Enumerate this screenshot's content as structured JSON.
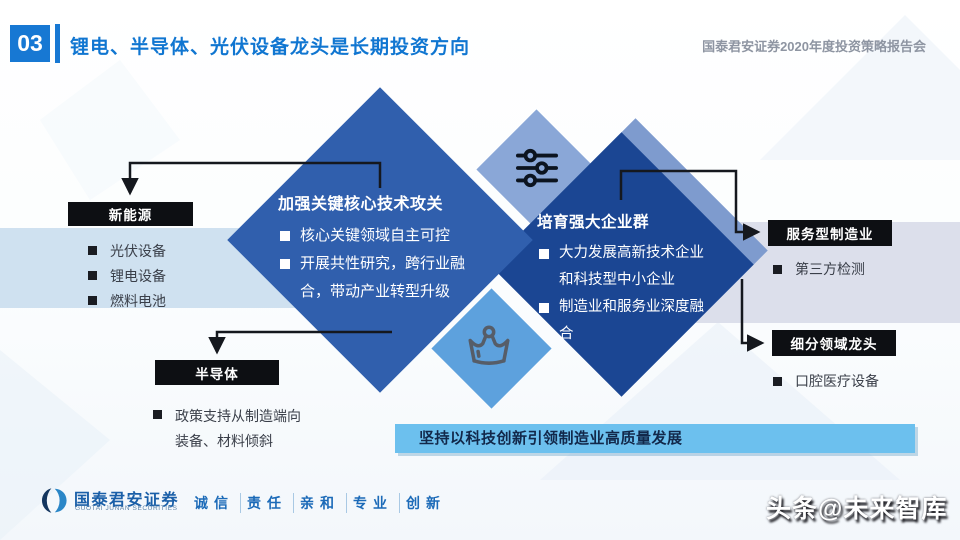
{
  "header": {
    "section_number": "03",
    "title": "锂电、半导体、光伏设备龙头是长期投资方向",
    "subtitle": "国泰君安证券2020年度投资策略报告会"
  },
  "diagram": {
    "diamond_tech": {
      "title": "加强关键核心技术攻关",
      "bullets": [
        "核心关键领域自主可控",
        "开展共性研究，跨行业融合，带动产业转型升级"
      ]
    },
    "diamond_enterprise": {
      "title": "培育强大企业群",
      "bullets": [
        "大力发展高新技术企业和科技型中小企业",
        "制造业和服务业深度融合"
      ]
    },
    "icons": [
      "sliders-icon",
      "crown-icon"
    ],
    "groups": [
      {
        "label": "新能源",
        "items": [
          "光伏设备",
          "锂电设备",
          "燃料电池"
        ]
      },
      {
        "label": "半导体",
        "items": [
          "政策支持从制造端向装备、材料倾斜"
        ]
      },
      {
        "label": "服务型制造业",
        "items": [
          "第三方检测"
        ]
      },
      {
        "label": "细分领域龙头",
        "items": [
          "口腔医疗设备"
        ]
      }
    ],
    "banner": "坚持以科技创新引领制造业高质量发展"
  },
  "footer": {
    "logo_cn": "国泰君安证券",
    "logo_en": "GUOTAI JUNAN SECURITIES",
    "slogan": [
      "诚信",
      "责任",
      "亲和",
      "专业",
      "创新"
    ],
    "watermark": "头条@未来智库"
  },
  "colors": {
    "accent_blue": "#1778d3",
    "title_blue": "#1076d1",
    "diamond_primary": "#305fad",
    "diamond_dark": "#1b4693",
    "diamond_light": "#8aa7d7",
    "diamond_backing": "#7e9bce",
    "diamond_medium": "#5da1dd",
    "band_left": "#cfe1f0",
    "band_right": "#dcdfeb",
    "label_bg": "#0d0f13",
    "banner_bg": "#6cc0ee",
    "banner_text": "#12284a",
    "footer_blue": "#1a5fa8",
    "body_text": "#3a3f49"
  }
}
